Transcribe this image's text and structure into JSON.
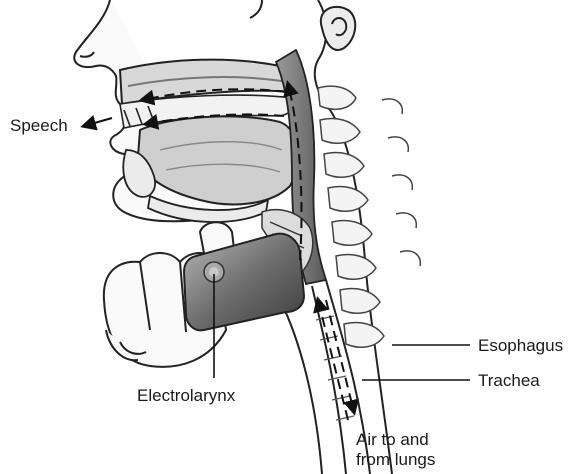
{
  "labels": {
    "speech": "Speech",
    "electrolarynx": "Electrolarynx",
    "esophagus": "Esophagus",
    "trachea": "Trachea",
    "air_line1": "Air to and",
    "air_line2": "from lungs"
  }
}
